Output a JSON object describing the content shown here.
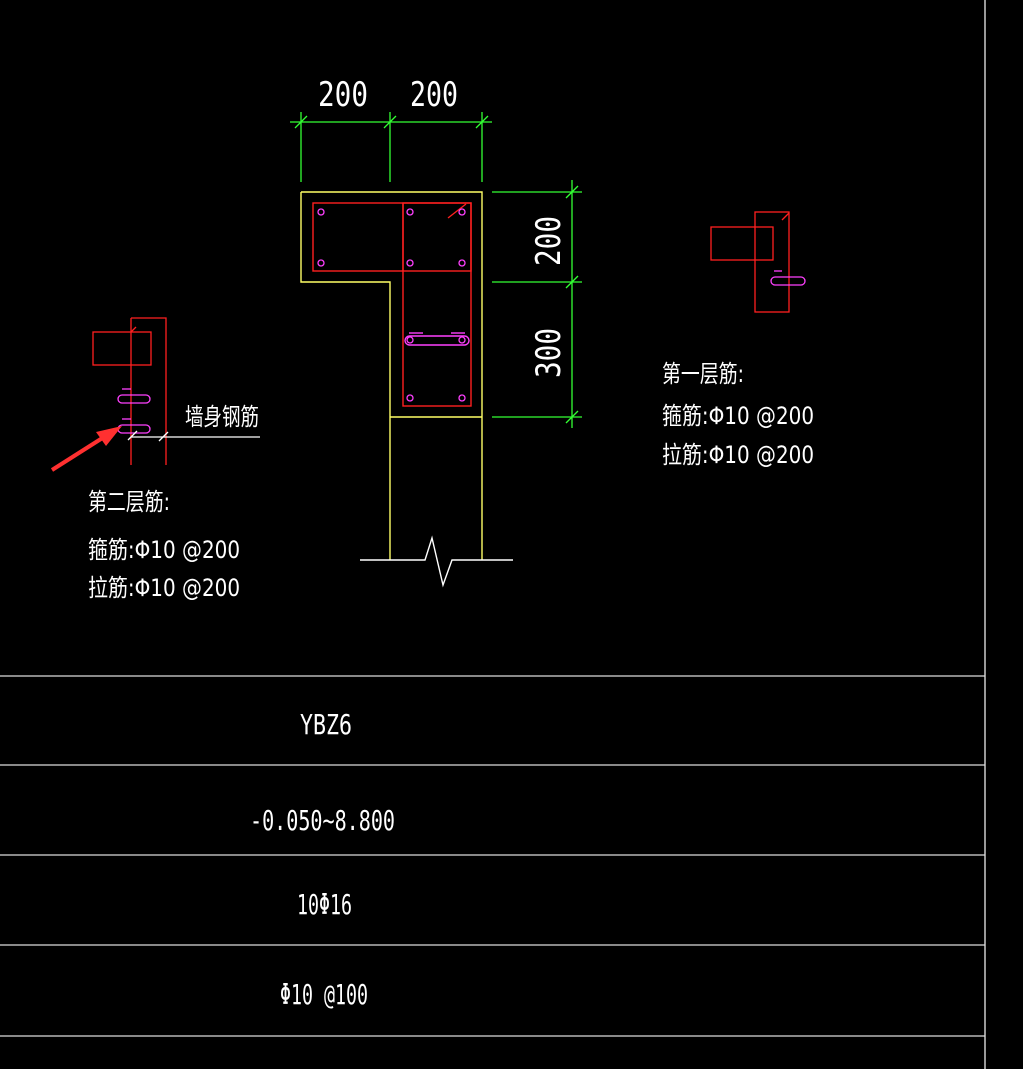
{
  "colors": {
    "background": "#000000",
    "outline": "#ffff66",
    "stirrup": "#ff2020",
    "rebar": "#ff40ff",
    "dimension": "#33ff33",
    "text": "#ffffff",
    "arrow": "#ff3030"
  },
  "dimensions": {
    "top_left": "200",
    "top_right": "200",
    "side_upper": "200",
    "side_lower": "300"
  },
  "wall_label": "墙身钢筋",
  "layer_two": {
    "title": "第二层筋:",
    "stirrup": "箍筋:Φ10 @200",
    "tie": "拉筋:Φ10 @200"
  },
  "layer_one": {
    "title": "第一层筋:",
    "stirrup": "箍筋:Φ10 @200",
    "tie": "拉筋:Φ10 @200"
  },
  "table": {
    "rows": [
      {
        "value": "YBZ6"
      },
      {
        "value": "-0.050~8.800"
      },
      {
        "value": "10Φ16"
      },
      {
        "value": "Φ10 @100"
      }
    ]
  }
}
